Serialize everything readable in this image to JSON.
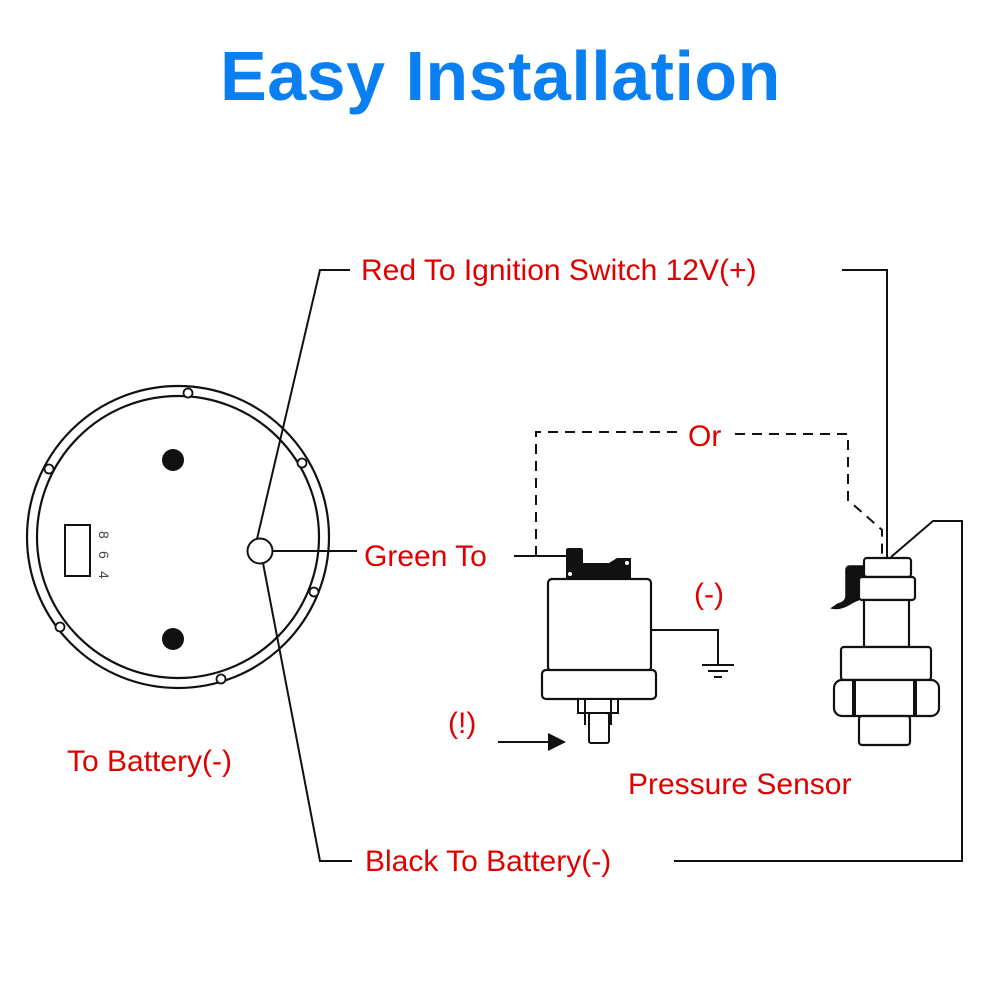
{
  "title": "Easy Installation",
  "colors": {
    "title": "#0a7ff2",
    "label": "#e00000",
    "line": "#111111"
  },
  "labels": {
    "red_wire": "Red To Ignition Switch 12V(+)",
    "green_wire": "Green To",
    "black_wire": "Black To Battery(-)",
    "to_battery": "To Battery(-)",
    "or": "Or",
    "ground": "(-)",
    "warning": "(!)",
    "pressure_sensor": "Pressure Sensor"
  },
  "gauge": {
    "dip_digits": [
      "8",
      "6",
      "4"
    ]
  }
}
